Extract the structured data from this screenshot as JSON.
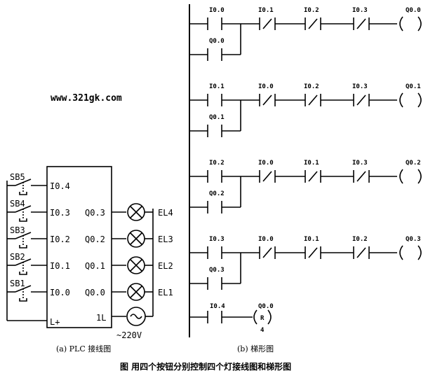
{
  "watermark": "www.321gk.com",
  "plc": {
    "inputs": [
      {
        "switch": "SB5",
        "terminal": "I0.4"
      },
      {
        "switch": "SB4",
        "terminal": "I0.3"
      },
      {
        "switch": "SB3",
        "terminal": "I0.2"
      },
      {
        "switch": "SB2",
        "terminal": "I0.1"
      },
      {
        "switch": "SB1",
        "terminal": "I0.0"
      }
    ],
    "common_input": "L+",
    "outputs": [
      {
        "terminal": "Q0.3",
        "lamp": "EL4"
      },
      {
        "terminal": "Q0.2",
        "lamp": "EL3"
      },
      {
        "terminal": "Q0.1",
        "lamp": "EL2"
      },
      {
        "terminal": "Q0.0",
        "lamp": "EL1"
      }
    ],
    "common_output": "1L",
    "supply": "~220V"
  },
  "ladder": {
    "rungs": [
      {
        "no": "I0.0",
        "nc": [
          "I0.1",
          "I0.2",
          "I0.3"
        ],
        "seal": "Q0.0",
        "coil": "Q0.0"
      },
      {
        "no": "I0.1",
        "nc": [
          "I0.0",
          "I0.2",
          "I0.3"
        ],
        "seal": "Q0.1",
        "coil": "Q0.1"
      },
      {
        "no": "I0.2",
        "nc": [
          "I0.0",
          "I0.1",
          "I0.3"
        ],
        "seal": "Q0.2",
        "coil": "Q0.2"
      },
      {
        "no": "I0.3",
        "nc": [
          "I0.0",
          "I0.1",
          "I0.2"
        ],
        "seal": "Q0.3",
        "coil": "Q0.3"
      }
    ],
    "reset": {
      "contact": "I0.4",
      "coil": "Q0.0",
      "type": "R",
      "count": "4"
    }
  },
  "captions": {
    "a": "(a) PLC 接线图",
    "b": "(b) 梯形图",
    "main": "图 用四个按钮分别控制四个灯接线图和梯形图"
  }
}
